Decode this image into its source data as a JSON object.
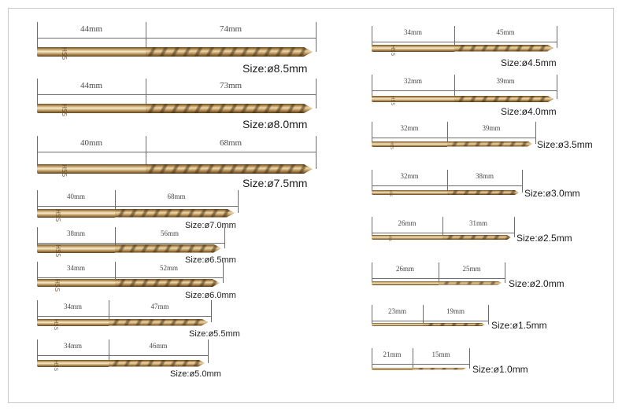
{
  "drill_bits": [
    {
      "id": "8-5",
      "shank": "44mm",
      "flute": "74mm",
      "size": "Size:ø8.5mm",
      "marking": "HSS"
    },
    {
      "id": "8-0",
      "shank": "44mm",
      "flute": "73mm",
      "size": "Size:ø8.0mm",
      "marking": "HSS"
    },
    {
      "id": "7-5",
      "shank": "40mm",
      "flute": "68mm",
      "size": "Size:ø7.5mm",
      "marking": "HSS"
    },
    {
      "id": "7-0",
      "shank": "40mm",
      "flute": "68mm",
      "size": "Size:ø7.0mm",
      "marking": "HSS"
    },
    {
      "id": "6-5",
      "shank": "38mm",
      "flute": "56mm",
      "size": "Size:ø6.5mm",
      "marking": "HSS"
    },
    {
      "id": "6-0",
      "shank": "34mm",
      "flute": "52mm",
      "size": "Size:ø6.0mm",
      "marking": "HSS"
    },
    {
      "id": "5-5",
      "shank": "34mm",
      "flute": "47mm",
      "size": "Size:ø5.5mm",
      "marking": "HSS"
    },
    {
      "id": "5-0",
      "shank": "34mm",
      "flute": "46mm",
      "size": "Size:ø5.0mm",
      "marking": "HSS"
    },
    {
      "id": "4-5",
      "shank": "34mm",
      "flute": "45mm",
      "size": "Size:ø4.5mm",
      "marking": "HSS"
    },
    {
      "id": "4-0",
      "shank": "32mm",
      "flute": "39mm",
      "size": "Size:ø4.0mm",
      "marking": "HSS"
    },
    {
      "id": "3-5",
      "shank": "32mm",
      "flute": "39mm",
      "size": "Size:ø3.5mm",
      "marking": "HSS"
    },
    {
      "id": "3-0",
      "shank": "32mm",
      "flute": "38mm",
      "size": "Size:ø3.0mm",
      "marking": "HSS"
    },
    {
      "id": "2-5",
      "shank": "26mm",
      "flute": "31mm",
      "size": "Size:ø2.5mm",
      "marking": "HSS"
    },
    {
      "id": "2-0",
      "shank": "26mm",
      "flute": "25mm",
      "size": "Size:ø2.0mm",
      "marking": "HSS"
    },
    {
      "id": "1-5",
      "shank": "23mm",
      "flute": "19mm",
      "size": "Size:ø1.5mm",
      "marking": "HSS"
    },
    {
      "id": "1-0",
      "shank": "21mm",
      "flute": "15mm",
      "size": "Size:ø1.0mm",
      "marking": "HSS"
    }
  ]
}
